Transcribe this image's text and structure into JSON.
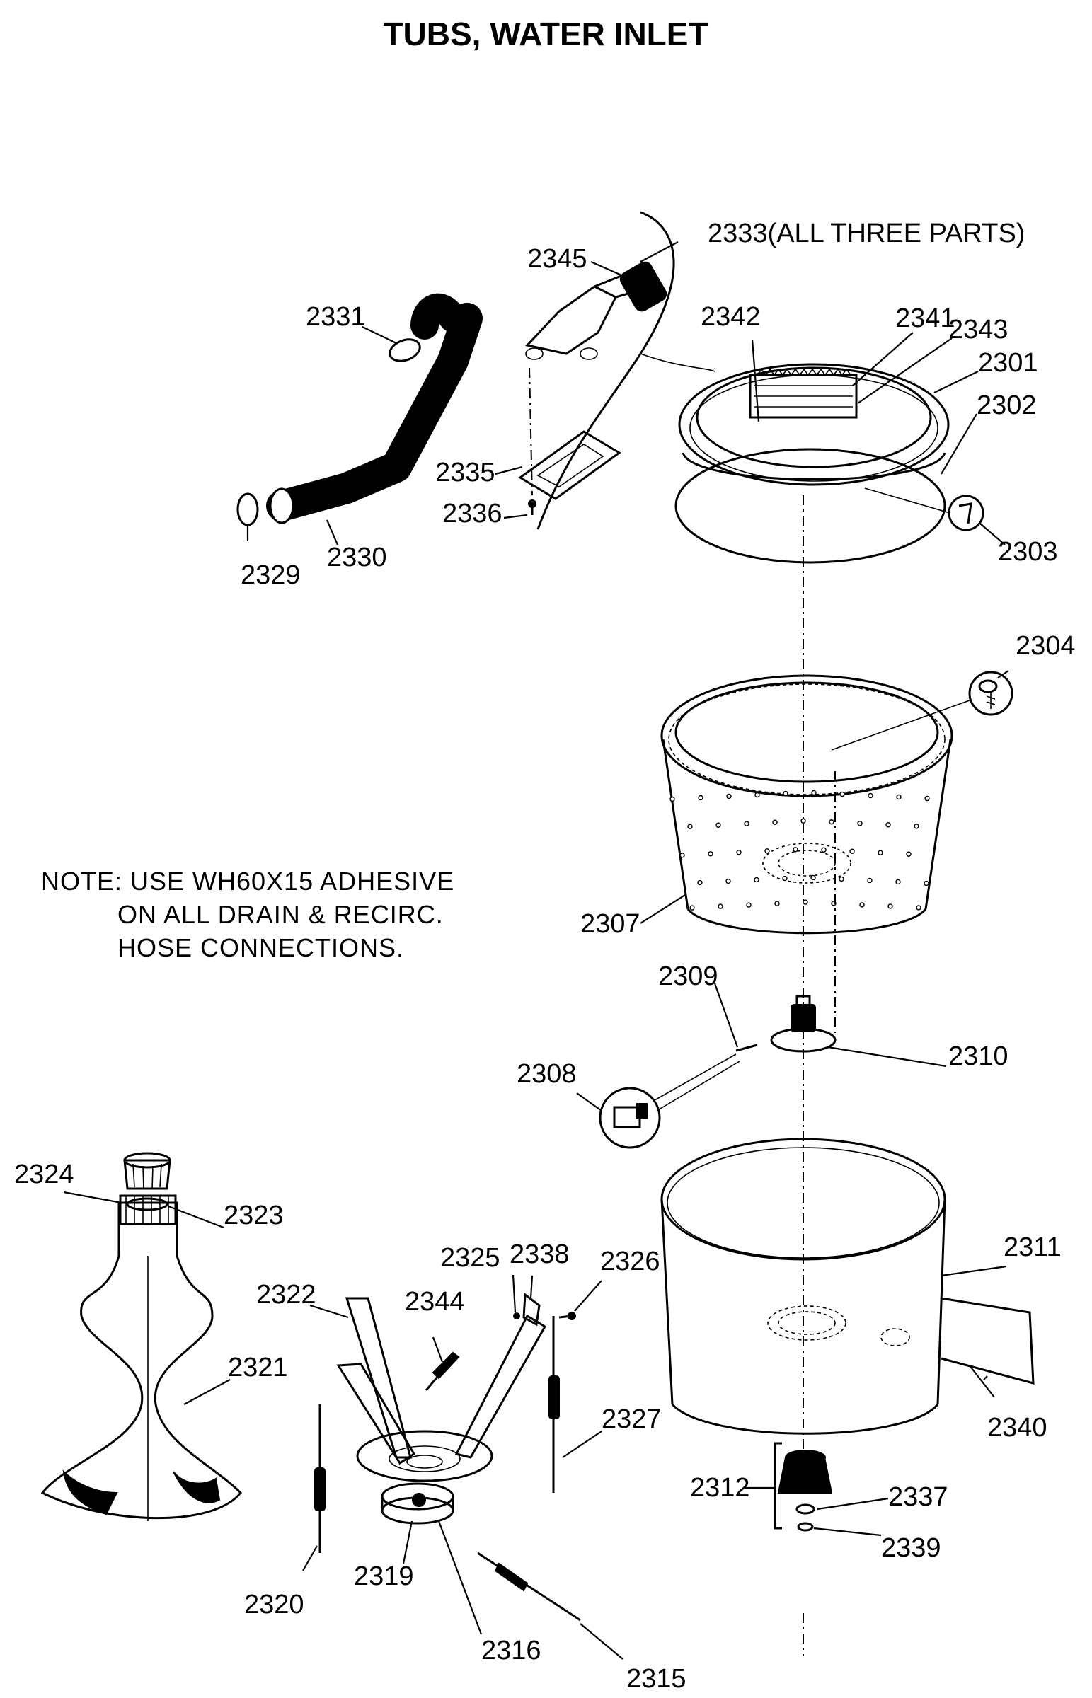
{
  "title": "TUBS, WATER INLET",
  "note": {
    "line1": "NOTE: USE WH60X15 ADHESIVE",
    "line2": "ON ALL DRAIN & RECIRC.",
    "line3": "HOSE CONNECTIONS."
  },
  "callouts": {
    "p2333": "2333(ALL THREE PARTS)",
    "p2345": "2345",
    "p2331": "2331",
    "p2342": "2342",
    "p2341": "2341",
    "p2343": "2343",
    "p2301": "2301",
    "p2302": "2302",
    "p2335": "2335",
    "p2336": "2336",
    "p2303": "2303",
    "p2329": "2329",
    "p2330": "2330",
    "p2304": "2304",
    "p2307": "2307",
    "p2309": "2309",
    "p2310": "2310",
    "p2308": "2308",
    "p2324": "2324",
    "p2323": "2323",
    "p2311": "2311",
    "p2325": "2325",
    "p2338": "2338",
    "p2326": "2326",
    "p2322": "2322",
    "p2344": "2344",
    "p2321": "2321",
    "p2327": "2327",
    "p2340": "2340",
    "p2312": "2312",
    "p2337": "2337",
    "p2339": "2339",
    "p2319": "2319",
    "p2320": "2320",
    "p2316": "2316",
    "p2315": "2315"
  }
}
